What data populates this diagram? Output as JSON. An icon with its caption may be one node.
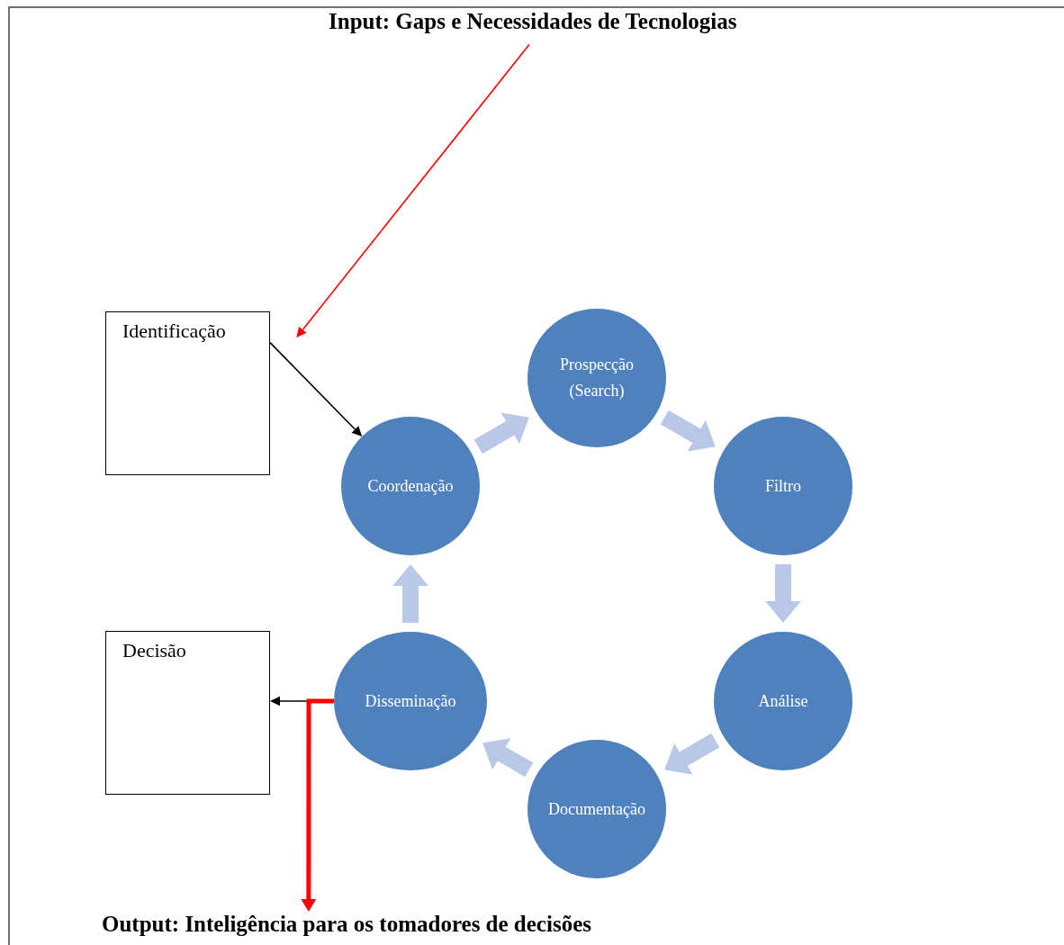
{
  "diagram": {
    "nodes": [
      {
        "text": [
          "Input: Gaps e Necessidades de Tecnologias"
        ]
      },
      {
        "text": [
          "Identificação"
        ]
      },
      {
        "text": [
          "Decisão"
        ]
      },
      {
        "text": [
          "Coordenação"
        ]
      },
      {
        "text": [
          "Prospecção (Search)"
        ]
      },
      {
        "text": [
          "Filtro"
        ]
      },
      {
        "text": [
          "Análise"
        ]
      },
      {
        "text": [
          "Documentação"
        ]
      },
      {
        "text": [
          "Disseminação"
        ]
      },
      {
        "text": [
          "Output: Inteligência para os tomadores de decisões"
        ]
      }
    ],
    "edges": [
      {
        "from": 0,
        "to": 1,
        "arrow": "to",
        "color": "#ff0000"
      },
      {
        "from": 1,
        "to": 3,
        "arrow": "to",
        "color": "#000000"
      },
      {
        "from": 3,
        "to": 4,
        "arrow": "to"
      },
      {
        "from": 4,
        "to": 5,
        "arrow": "to"
      },
      {
        "from": 5,
        "to": 6,
        "arrow": "to"
      },
      {
        "from": 6,
        "to": 7,
        "arrow": "to"
      },
      {
        "from": 7,
        "to": 8,
        "arrow": "to"
      },
      {
        "from": 8,
        "to": 3,
        "arrow": "to"
      },
      {
        "from": 8,
        "to": 2,
        "arrow": "to",
        "color": "#000000"
      },
      {
        "from": 8,
        "to": 9,
        "arrow": "to",
        "color": "#ff0000"
      }
    ]
  }
}
